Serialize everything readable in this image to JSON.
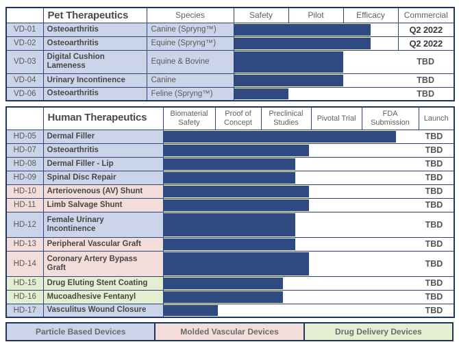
{
  "colors": {
    "bar": "#2f4a80",
    "table_border": "#1e355f",
    "lavender": "#ccd4e9",
    "pink": "#f2dddb",
    "green": "#e4efd2"
  },
  "chart_data": [
    {
      "type": "table",
      "variant": "gantt-pipeline",
      "title": "Pet Therapeutics",
      "columns": [
        "Species",
        "Safety",
        "Pilot",
        "Efficacy",
        "Commercial"
      ],
      "stage_axis": [
        "Safety",
        "Pilot",
        "Efficacy",
        "Commercial"
      ],
      "rows": [
        {
          "id": "VD-01",
          "name": "Osteoarthritis",
          "species": "Canine (Spryng™)",
          "stage_value": 2.5,
          "stage_reached": "Efficacy (in progress)",
          "bar_pct": 83.3,
          "has_commercial_cell": true,
          "milestone": "Q2 2022",
          "color": "lavender",
          "tall": false
        },
        {
          "id": "VD-02",
          "name": "Osteoarthritis",
          "species": "Equine (Spryng™)",
          "stage_value": 2.5,
          "stage_reached": "Efficacy (in progress)",
          "bar_pct": 83.3,
          "has_commercial_cell": true,
          "milestone": "Q2 2022",
          "color": "lavender",
          "tall": false
        },
        {
          "id": "VD-03",
          "name": "Digital Cushion Lameness",
          "species": "Equine & Bovine",
          "stage_value": 2,
          "stage_reached": "Pilot complete",
          "bar_pct": 49.7,
          "has_commercial_cell": false,
          "milestone": "TBD",
          "color": "lavender",
          "tall": true
        },
        {
          "id": "VD-04",
          "name": "Urinary Incontinence",
          "species": "Canine",
          "stage_value": 2,
          "stage_reached": "Pilot complete",
          "bar_pct": 49.7,
          "has_commercial_cell": false,
          "milestone": "TBD",
          "color": "lavender",
          "tall": false
        },
        {
          "id": "VD-06",
          "name": "Osteoarthritis",
          "species": "Feline (Spryng™)",
          "stage_value": 1,
          "stage_reached": "Safety complete",
          "bar_pct": 24.8,
          "has_commercial_cell": false,
          "milestone": "TBD",
          "color": "lavender",
          "tall": false
        }
      ]
    },
    {
      "type": "table",
      "variant": "gantt-pipeline",
      "title": "Human Therapeutics",
      "columns": [
        "Biomaterial Safety",
        "Proof of Concept",
        "Preclinical Studies",
        "Pivotal Trial",
        "FDA Submission",
        "Launch"
      ],
      "stage_axis": [
        "Biomaterial Safety",
        "Proof of Concept",
        "Preclinical Studies",
        "Pivotal Trial",
        "FDA Submission",
        "Launch"
      ],
      "rows": [
        {
          "id": "HD-05",
          "name": "Dermal Filler",
          "stage_value": 4.6,
          "stage_reached": "FDA Submission (in progress)",
          "bar_pct": 80.2,
          "milestone": "TBD",
          "color": "lavender",
          "tall": false
        },
        {
          "id": "HD-07",
          "name": "Osteoarthritis",
          "stage_value": 3.0,
          "stage_reached": "Preclinical Studies complete",
          "bar_pct": 50.1,
          "milestone": "TBD",
          "color": "lavender",
          "tall": false
        },
        {
          "id": "HD-08",
          "name": "Dermal Filler - Lip",
          "stage_value": 2.7,
          "stage_reached": "Preclinical Studies (in progress)",
          "bar_pct": 45.4,
          "milestone": "TBD",
          "color": "lavender",
          "tall": false
        },
        {
          "id": "HD-09",
          "name": "Spinal Disc Repair",
          "stage_value": 2.7,
          "stage_reached": "Preclinical Studies (in progress)",
          "bar_pct": 45.4,
          "milestone": "TBD",
          "color": "lavender",
          "tall": false
        },
        {
          "id": "HD-10",
          "name": "Arteriovenous (AV) Shunt",
          "stage_value": 3.0,
          "stage_reached": "Preclinical Studies complete",
          "bar_pct": 50.1,
          "milestone": "TBD",
          "color": "pink",
          "tall": false
        },
        {
          "id": "HD-11",
          "name": "Limb Salvage Shunt",
          "stage_value": 3.0,
          "stage_reached": "Preclinical Studies complete",
          "bar_pct": 50.1,
          "milestone": "TBD",
          "color": "pink",
          "tall": false
        },
        {
          "id": "HD-12",
          "name": "Female Urinary Incontinence",
          "stage_value": 2.7,
          "stage_reached": "Preclinical Studies (in progress)",
          "bar_pct": 45.4,
          "milestone": "TBD",
          "color": "lavender",
          "tall": true
        },
        {
          "id": "HD-13",
          "name": "Peripheral Vascular Graft",
          "stage_value": 2.7,
          "stage_reached": "Preclinical Studies (in progress)",
          "bar_pct": 45.4,
          "milestone": "TBD",
          "color": "pink",
          "tall": false
        },
        {
          "id": "HD-14",
          "name": "Coronary Artery Bypass Graft",
          "stage_value": 3.0,
          "stage_reached": "Preclinical Studies complete",
          "bar_pct": 50.1,
          "milestone": "TBD",
          "color": "pink",
          "tall": true
        },
        {
          "id": "HD-15",
          "name": "Drug Eluting Stent Coating",
          "stage_value": 2.4,
          "stage_reached": "Preclinical Studies (in progress)",
          "bar_pct": 41.2,
          "milestone": "TBD",
          "color": "green",
          "tall": false
        },
        {
          "id": "HD-16",
          "name": "Mucoadhesive Fentanyl",
          "stage_value": 2.4,
          "stage_reached": "Preclinical Studies (in progress)",
          "bar_pct": 41.2,
          "milestone": "TBD",
          "color": "green",
          "tall": false
        },
        {
          "id": "HD-17",
          "name": "Vasculitus Wound Closure",
          "stage_value": 1.05,
          "stage_reached": "Proof of Concept (started)",
          "bar_pct": 18.8,
          "milestone": "TBD",
          "color": "lavender",
          "tall": false
        }
      ]
    }
  ],
  "legend": {
    "items": [
      {
        "label": "Particle Based Devices",
        "color": "lavender",
        "swatch": "#ccd4e9"
      },
      {
        "label": "Molded Vascular Devices",
        "color": "pink",
        "swatch": "#f2dddb"
      },
      {
        "label": "Drug Delivery Devices",
        "color": "green",
        "swatch": "#e4efd2"
      }
    ]
  }
}
